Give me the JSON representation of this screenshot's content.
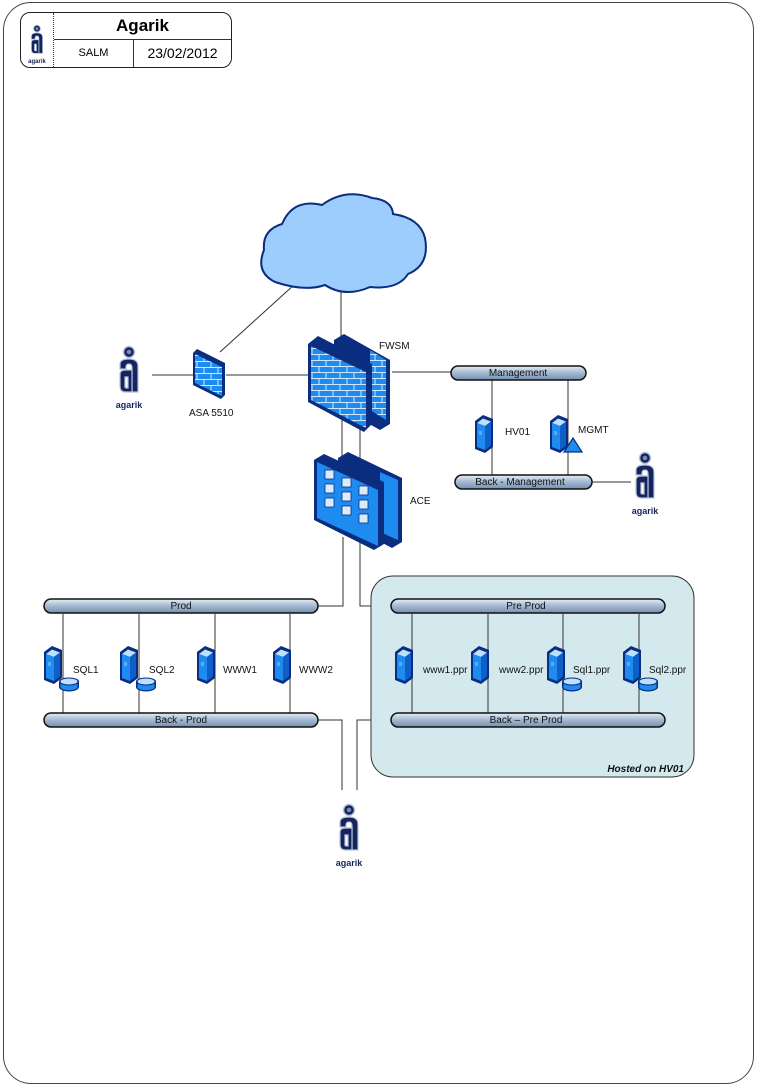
{
  "title_block": {
    "title": "Agarik",
    "author": "SALM",
    "date": "23/02/2012",
    "logo_text": "agarik"
  },
  "colors": {
    "device_blue": "#1e8bf0",
    "device_outline": "#0a2d80",
    "cloud_fill": "#9ccdfc",
    "bus_fill": "#9fb4cc",
    "hosted_zone_fill": "#d4e9ee",
    "logo_navy": "#14245e"
  },
  "devices": {
    "firewall_small": "ASA 5510",
    "firewall_main": "FWSM",
    "load_balancer": "ACE",
    "hv01": "HV01",
    "mgmt": "MGMT"
  },
  "buses": {
    "management": "Management",
    "back_management": "Back - Management",
    "prod": "Prod",
    "back_prod": "Back - Prod",
    "pre_prod": "Pre Prod",
    "back_pre_prod": "Back – Pre Prod"
  },
  "prod_servers": [
    "SQL1",
    "SQL2",
    "WWW1",
    "WWW2"
  ],
  "preprod_servers": [
    "www1.ppr",
    "www2.ppr",
    "Sql1.ppr",
    "Sql2.ppr"
  ],
  "hosted_zone_label": "Hosted on HV01",
  "logos": [
    "agarik",
    "agarik",
    "agarik"
  ]
}
